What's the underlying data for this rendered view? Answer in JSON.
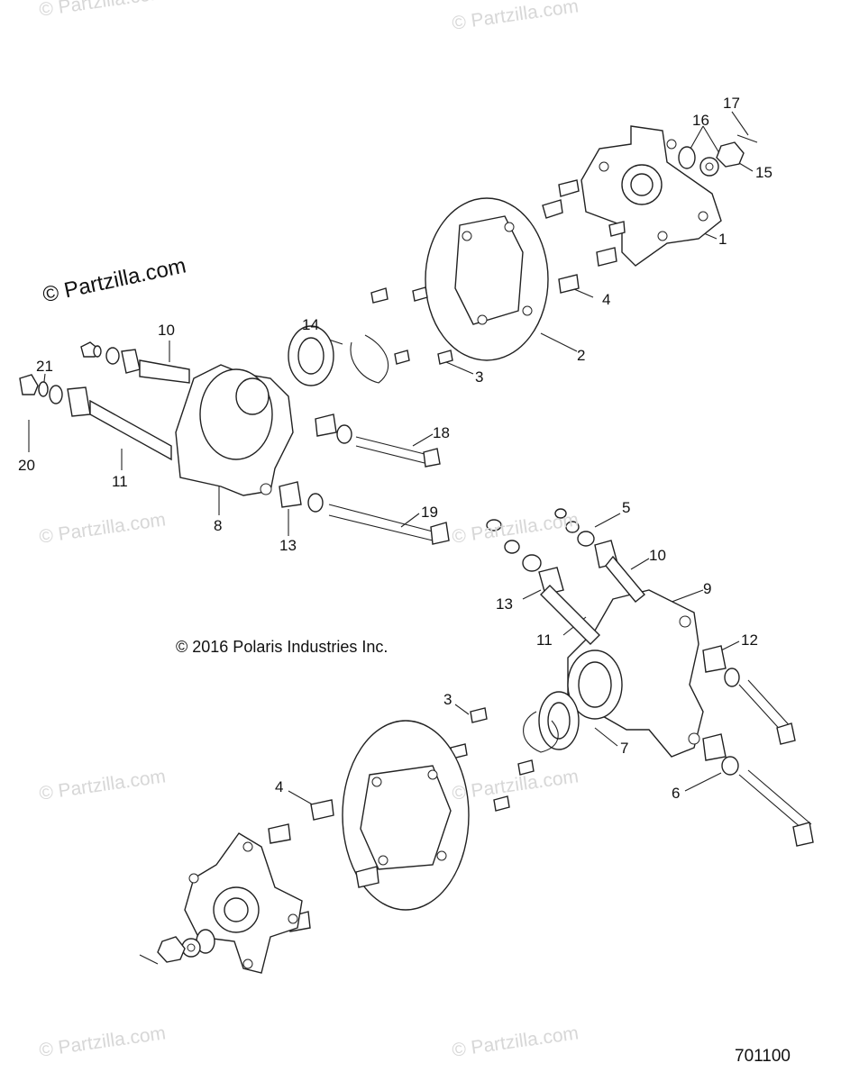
{
  "watermark_text": "© Partzilla.com",
  "partzilla_label": "© Partzilla.com",
  "copyright": "© 2016 Polaris Industries Inc.",
  "diagram_number": "701100",
  "callouts": [
    "1",
    "2",
    "3",
    "4",
    "5",
    "6",
    "7",
    "8",
    "9",
    "10",
    "11",
    "12",
    "13",
    "14",
    "15",
    "16",
    "17",
    "18",
    "19",
    "20",
    "21",
    "10",
    "11",
    "13",
    "3",
    "4"
  ]
}
